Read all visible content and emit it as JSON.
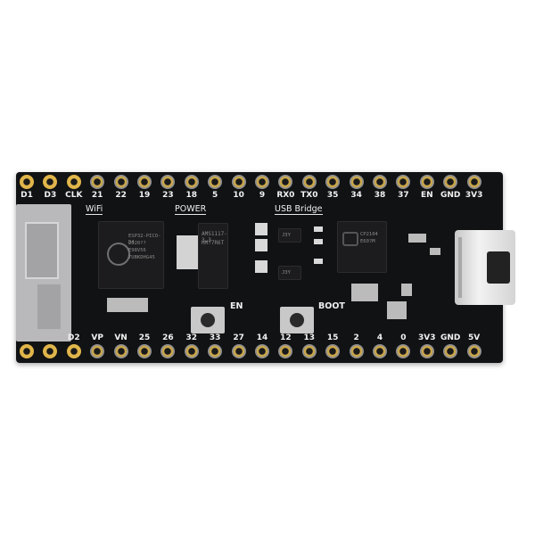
{
  "board": {
    "top_pins": [
      "D1",
      "D3",
      "CLK",
      "21",
      "22",
      "19",
      "23",
      "18",
      "5",
      "10",
      "9",
      "RX0",
      "TX0",
      "35",
      "34",
      "38",
      "37",
      "EN",
      "GND",
      "3V3"
    ],
    "bottom_pins": [
      "D2",
      "VP",
      "VN",
      "25",
      "26",
      "32",
      "33",
      "27",
      "14",
      "12",
      "13",
      "15",
      "2",
      "4",
      "0",
      "3V3",
      "GND",
      "5V"
    ],
    "silkscreen": {
      "wifi": "WiFi",
      "power": "POWER",
      "usb_bridge": "USB Bridge",
      "en": "EN",
      "boot": "BOOT"
    },
    "chips": {
      "esp32": [
        "ESP32-PICO-D4",
        "2020??",
        "E98V56",
        "TUBKDHG45"
      ],
      "regulator": [
        "AMS1117-3.3",
        "HM?7R6T"
      ],
      "usb_uart": [
        "CP2104",
        "E60?M"
      ],
      "j3y_top": "J3Y",
      "j3y_bottom": "J3Y"
    },
    "colors": {
      "pcb": "#111214",
      "silk": "#f2f2f2",
      "pad_gold": "#e0b54a"
    }
  }
}
